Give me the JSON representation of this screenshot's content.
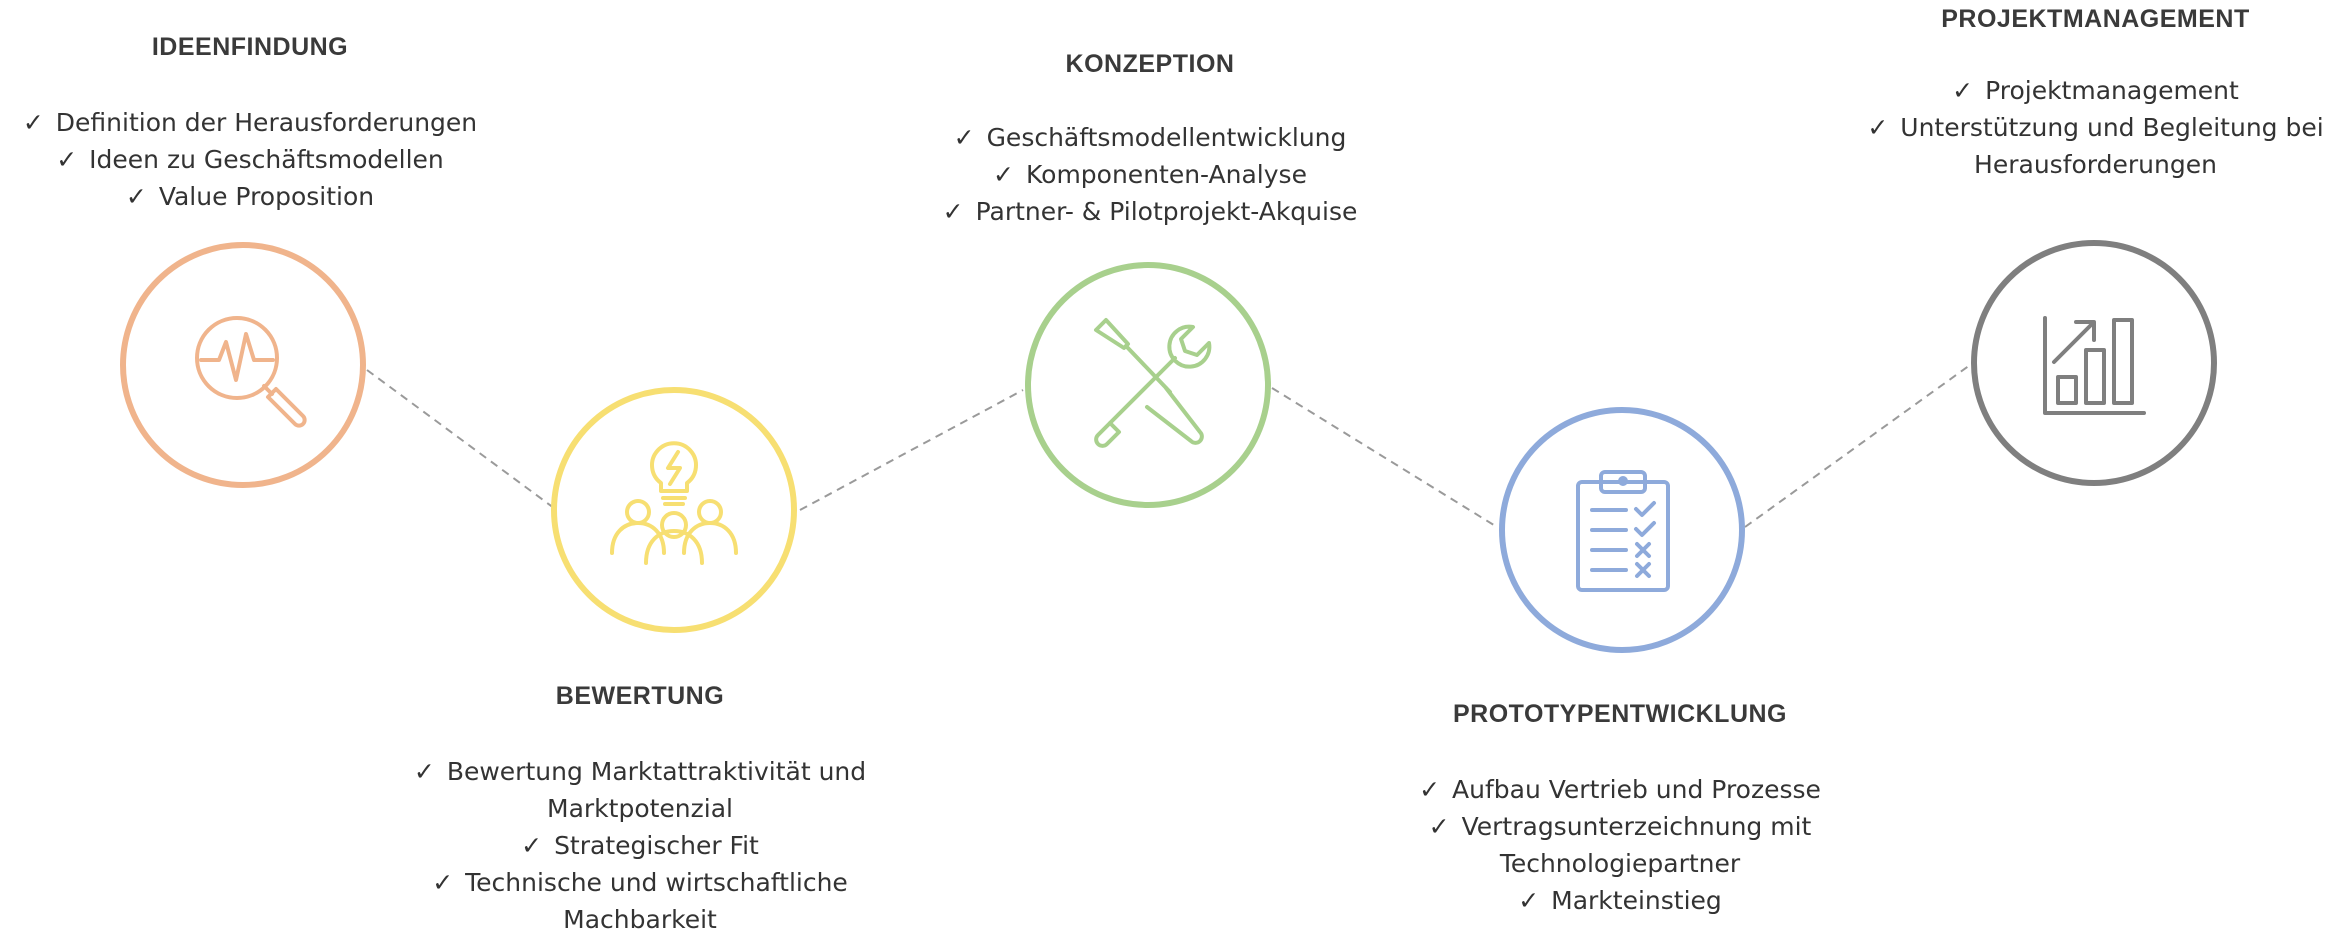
{
  "stages": [
    {
      "id": "ideenfindung",
      "title": "IDEENFINDUNG",
      "color": "#F0B48C",
      "icon": "magnifier-pulse-icon",
      "items": [
        "Definition der Herausforderungen",
        "Ideen zu Geschäftsmodellen",
        "Value Proposition"
      ]
    },
    {
      "id": "bewertung",
      "title": "BEWERTUNG",
      "color": "#F7DF72",
      "icon": "team-idea-bulb-icon",
      "items": [
        "Bewertung Marktattraktivität und Marktpotenzial",
        "Strategischer Fit",
        "Technische und wirtschaftliche Machbarkeit"
      ]
    },
    {
      "id": "konzeption",
      "title": "KONZEPTION",
      "color": "#A8D08D",
      "icon": "tools-icon",
      "items": [
        "Geschäftsmodellentwicklung",
        "Komponenten-Analyse",
        "Partner- & Pilotprojekt-Akquise"
      ]
    },
    {
      "id": "prototypentwicklung",
      "title": "PROTOTYPENTWICKLUNG",
      "color": "#8EAADB",
      "icon": "clipboard-checklist-icon",
      "items": [
        "Aufbau Vertrieb und Prozesse",
        "Vertragsunterzeichnung mit Technologiepartner",
        "Markteinstieg"
      ]
    },
    {
      "id": "projektmanagement",
      "title": "PROJEKTMANAGEMENT",
      "color": "#7F7F7F",
      "icon": "growth-chart-icon",
      "items": [
        "Projektmanagement",
        "Unterstützung und Begleitung bei Herausforderungen"
      ]
    }
  ],
  "check_symbol": "✓",
  "connector_color": "#9A9A9A"
}
